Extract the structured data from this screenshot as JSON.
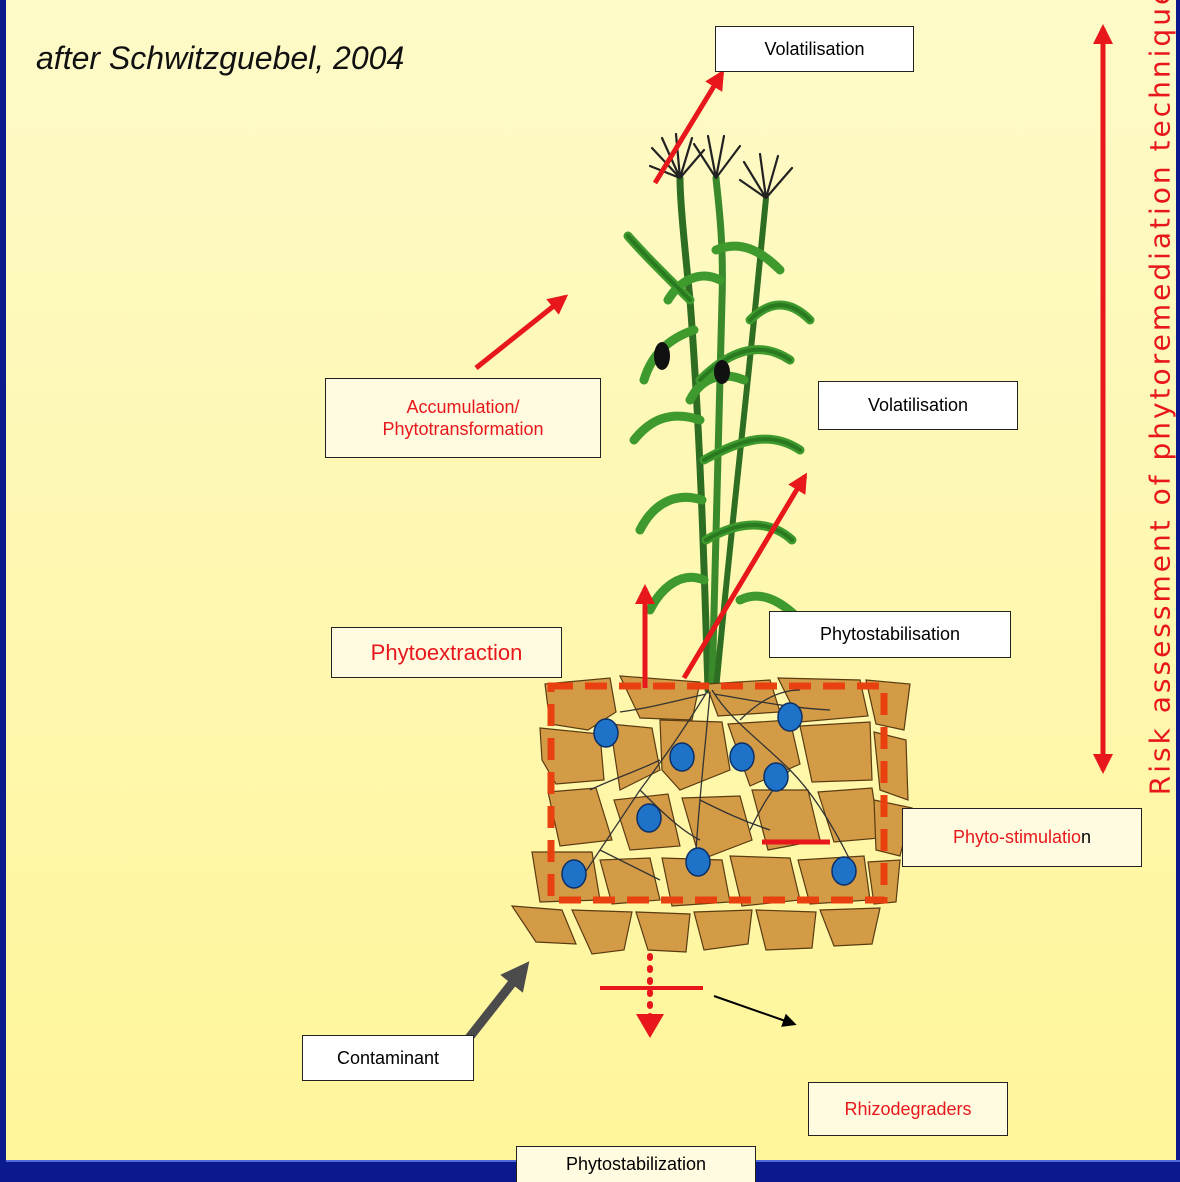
{
  "source": "after Schwitzguebel, 2004",
  "side_label": "Risk assessment of phytoremediation technique",
  "labels": {
    "volatilisation_top": "Volatilisation",
    "accumulation_line1": "Accumulation/",
    "accumulation_line2": "Phytotransformation",
    "volatilisation_mid": "Volatilisation",
    "phytoextraction": "Phytoextraction",
    "phytostabilisation": "Phytostabilisation",
    "phyto_stimulation_red": "Phyto-stimulatio",
    "phyto_stimulation_black": "n",
    "contaminant": "Contaminant",
    "rhizodegraders": "Rhizodegraders",
    "phytostabilization_bottom": "Phytostabilization"
  },
  "colors": {
    "background_top": "#fef9c0",
    "background_bottom": "#fff79a",
    "frame": "#0a1a8c",
    "arrow_red": "#e8171b",
    "soil": "#d39b46",
    "contaminant_dot": "#1e73c8",
    "dashed_border": "#e8400e",
    "plant_green": "#3f9a2e"
  }
}
